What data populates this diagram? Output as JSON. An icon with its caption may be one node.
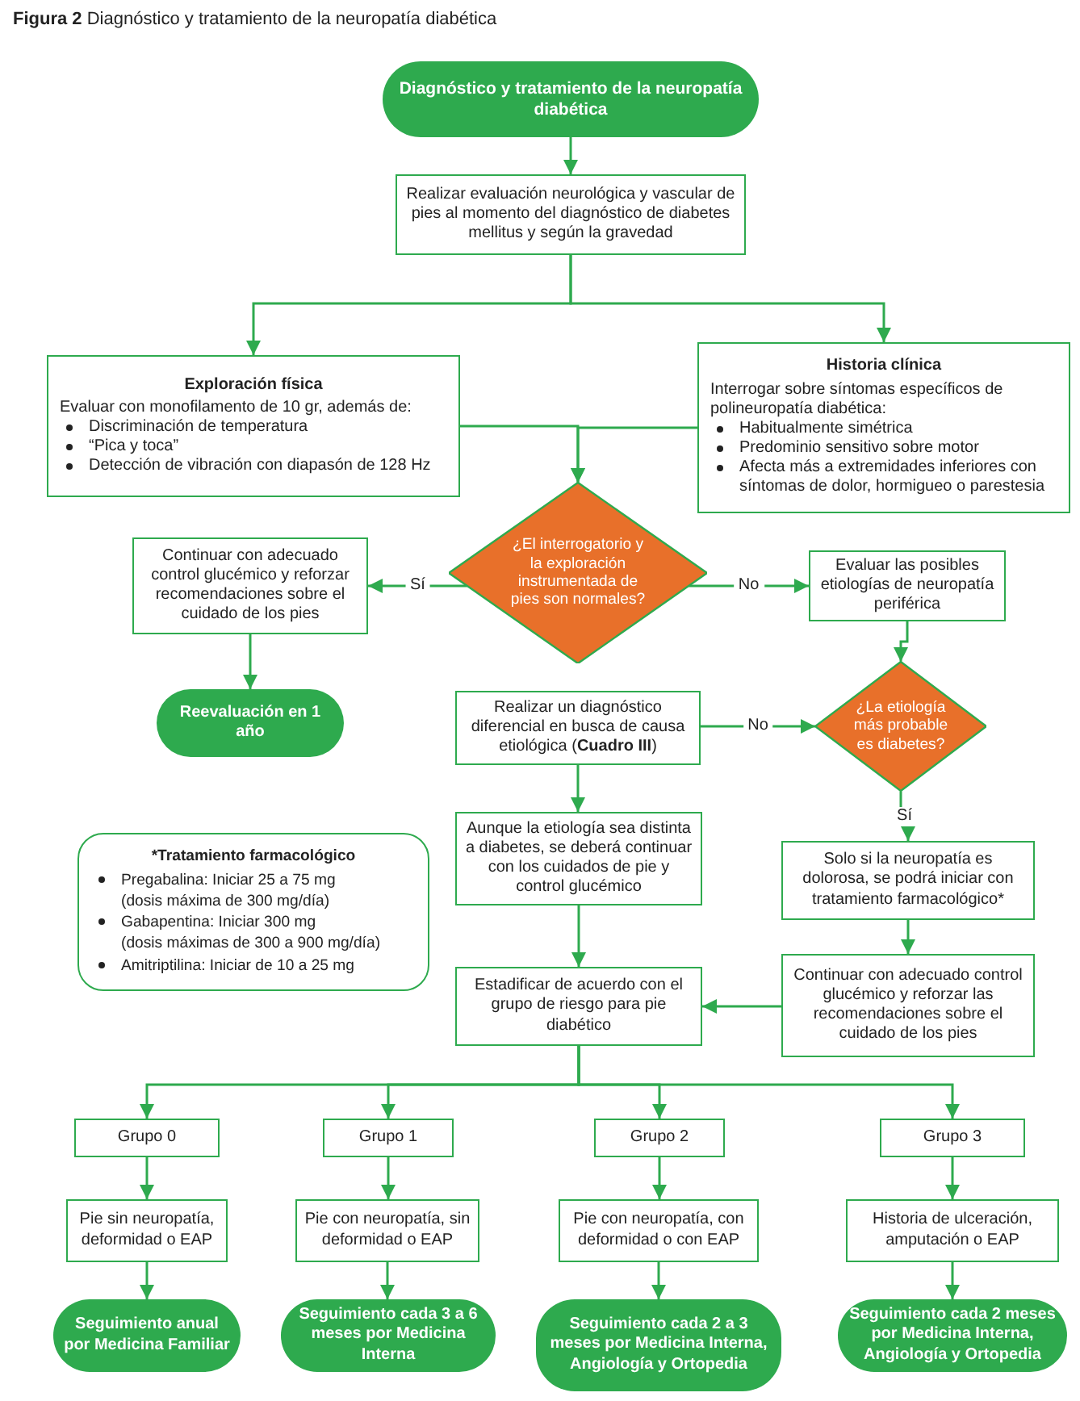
{
  "diagram": {
    "title": "**Figura 2** Diagnóstico y tratamiento de la neuropatía diabética",
    "nodes": [
      {
        "text": [
          "Diagnóstico y tratamiento de la neuropatía diabética"
        ]
      },
      {
        "text": [
          "Realizar evaluación neurológica y vascular de pies al momento del diagnóstico de diabetes mellitus y según la gravedad"
        ]
      },
      {
        "text": [
          "Exploración física",
          "Evaluar con monofilamento de 10 gr, además de:",
          "Discriminación de temperatura",
          "“Pica y toca”",
          "Detección de vibración con diapasón de 128 Hz"
        ]
      },
      {
        "text": [
          "Historia clínica",
          "Interrogar sobre síntomas específicos de polineuropatía diabética:",
          "Habitualmente simétrica",
          "Predominio sensitivo sobre motor",
          "Afecta más a extremidades inferiores con síntomas de dolor, hormigueo o parestesia"
        ]
      },
      {
        "text": [
          "¿El interrogatorio y la exploración instrumentada de pies son normales?"
        ]
      },
      {
        "text": [
          "Continuar con adecuado control glucémico y reforzar recomendaciones sobre el cuidado de los pies"
        ]
      },
      {
        "text": [
          "Evaluar las posibles etiologías de neuropatía periférica"
        ]
      },
      {
        "text": [
          "Reevaluación en 1 año"
        ]
      },
      {
        "text": [
          "Realizar un diagnóstico diferencial en busca de causa etiológica (**Cuadro III**)"
        ]
      },
      {
        "text": [
          "¿La etiología más probable es diabetes?"
        ]
      },
      {
        "text": [
          "*Tratamiento farmacológico",
          "Pregabalina: Iniciar 25 a 75 mg",
          "(dosis máxima de 300 mg/día)",
          "Gabapentina: Iniciar 300 mg",
          "(dosis máximas de 300 a 900 mg/día)",
          "Amitriptilina: Iniciar de 10 a 25 mg"
        ]
      },
      {
        "text": [
          "Aunque la etiología sea distinta a diabetes, se deberá continuar con los cuidados de pie y control glucémico"
        ]
      },
      {
        "text": [
          "Solo si la neuropatía es dolorosa, se podrá iniciar con tratamiento farmacológico*"
        ]
      },
      {
        "text": [
          "Estadificar de acuerdo con el grupo de riesgo para pie diabético"
        ]
      },
      {
        "text": [
          "Continuar con adecuado control glucémico y reforzar las recomendaciones sobre el cuidado de los pies"
        ]
      },
      {
        "text": [
          "Grupo 0"
        ]
      },
      {
        "text": [
          "Grupo 1"
        ]
      },
      {
        "text": [
          "Grupo 2"
        ]
      },
      {
        "text": [
          "Grupo 3"
        ]
      },
      {
        "text": [
          "Pie sin neuropatía, deformidad o EAP"
        ]
      },
      {
        "text": [
          "Pie con neuropatía, sin deformidad o EAP"
        ]
      },
      {
        "text": [
          "Pie con neuropatía, con deformidad o con EAP"
        ]
      },
      {
        "text": [
          "Historia de ulceración, amputación o EAP"
        ]
      },
      {
        "text": [
          "Seguimiento anual por Medicina Familiar"
        ]
      },
      {
        "text": [
          "Seguimiento cada 3 a 6 meses por Medicina Interna"
        ]
      },
      {
        "text": [
          "Seguimiento cada 2 a 3 meses por Medicina Interna, Angiología y Ortopedia"
        ]
      },
      {
        "text": [
          "Seguimiento cada 2 meses por Medicina Interna, Angiología y Ortopedia"
        ]
      }
    ],
    "edges": [
      {
        "from": 0,
        "to": 1,
        "arrow": "to"
      },
      {
        "from": 1,
        "to": 2,
        "arrow": "to"
      },
      {
        "from": 1,
        "to": 3,
        "arrow": "to"
      },
      {
        "from": 2,
        "to": 4,
        "arrow": "to"
      },
      {
        "from": 3,
        "to": 4,
        "arrow": "to"
      },
      {
        "from": 4,
        "to": 5,
        "arrow": "to",
        "label": "Sí"
      },
      {
        "from": 4,
        "to": 6,
        "arrow": "to",
        "label": "No"
      },
      {
        "from": 5,
        "to": 7,
        "arrow": "to"
      },
      {
        "from": 6,
        "to": 9,
        "arrow": "to"
      },
      {
        "from": 8,
        "to": 9,
        "arrow": "to",
        "label": "No"
      },
      {
        "from": 9,
        "to": 12,
        "arrow": "to",
        "label": "Sí"
      },
      {
        "from": 8,
        "to": 11,
        "arrow": "to"
      },
      {
        "from": 12,
        "to": 14,
        "arrow": "to"
      },
      {
        "from": 11,
        "to": 13,
        "arrow": "to"
      },
      {
        "from": 14,
        "to": 13,
        "arrow": "to"
      },
      {
        "from": 13,
        "to": 15,
        "arrow": "to"
      },
      {
        "from": 13,
        "to": 16,
        "arrow": "to"
      },
      {
        "from": 13,
        "to": 17,
        "arrow": "to"
      },
      {
        "from": 13,
        "to": 18,
        "arrow": "to"
      },
      {
        "from": 15,
        "to": 19,
        "arrow": "to"
      },
      {
        "from": 16,
        "to": 20,
        "arrow": "to"
      },
      {
        "from": 17,
        "to": 21,
        "arrow": "to"
      },
      {
        "from": 18,
        "to": 22,
        "arrow": "to"
      },
      {
        "from": 19,
        "to": 23,
        "arrow": "to"
      },
      {
        "from": 20,
        "to": 24,
        "arrow": "to"
      },
      {
        "from": 21,
        "to": 25,
        "arrow": "to"
      },
      {
        "from": 22,
        "to": 26,
        "arrow": "to"
      }
    ]
  }
}
